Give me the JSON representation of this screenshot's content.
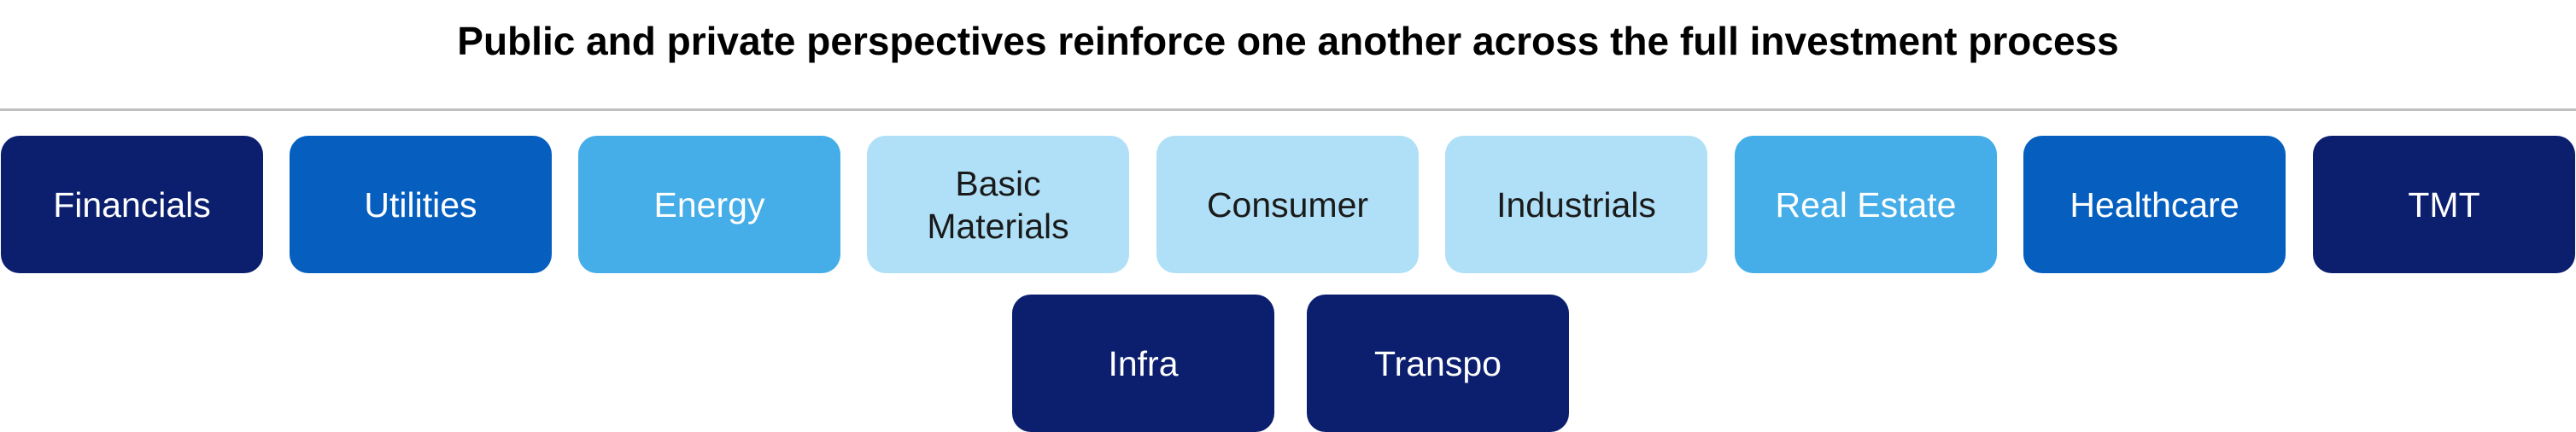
{
  "title": "Public and private perspectives reinforce one another across the full investment process",
  "colors": {
    "navy": "#0b1f6e",
    "blue": "#065fbf",
    "sky": "#45ade8",
    "pale": "#b0e0f7",
    "divider": "#bfbfbf"
  },
  "sectors_row1": [
    {
      "label": "Financials",
      "color": "navy"
    },
    {
      "label": "Utilities",
      "color": "blue"
    },
    {
      "label": "Energy",
      "color": "sky"
    },
    {
      "label": "Basic\nMaterials",
      "color": "pale"
    },
    {
      "label": "Consumer",
      "color": "pale"
    },
    {
      "label": "Industrials",
      "color": "pale"
    },
    {
      "label": "Real Estate",
      "color": "sky"
    },
    {
      "label": "Healthcare",
      "color": "blue"
    },
    {
      "label": "TMT",
      "color": "navy"
    }
  ],
  "sectors_row2": [
    {
      "label": "Infra",
      "color": "navy"
    },
    {
      "label": "Transpo",
      "color": "navy"
    }
  ]
}
